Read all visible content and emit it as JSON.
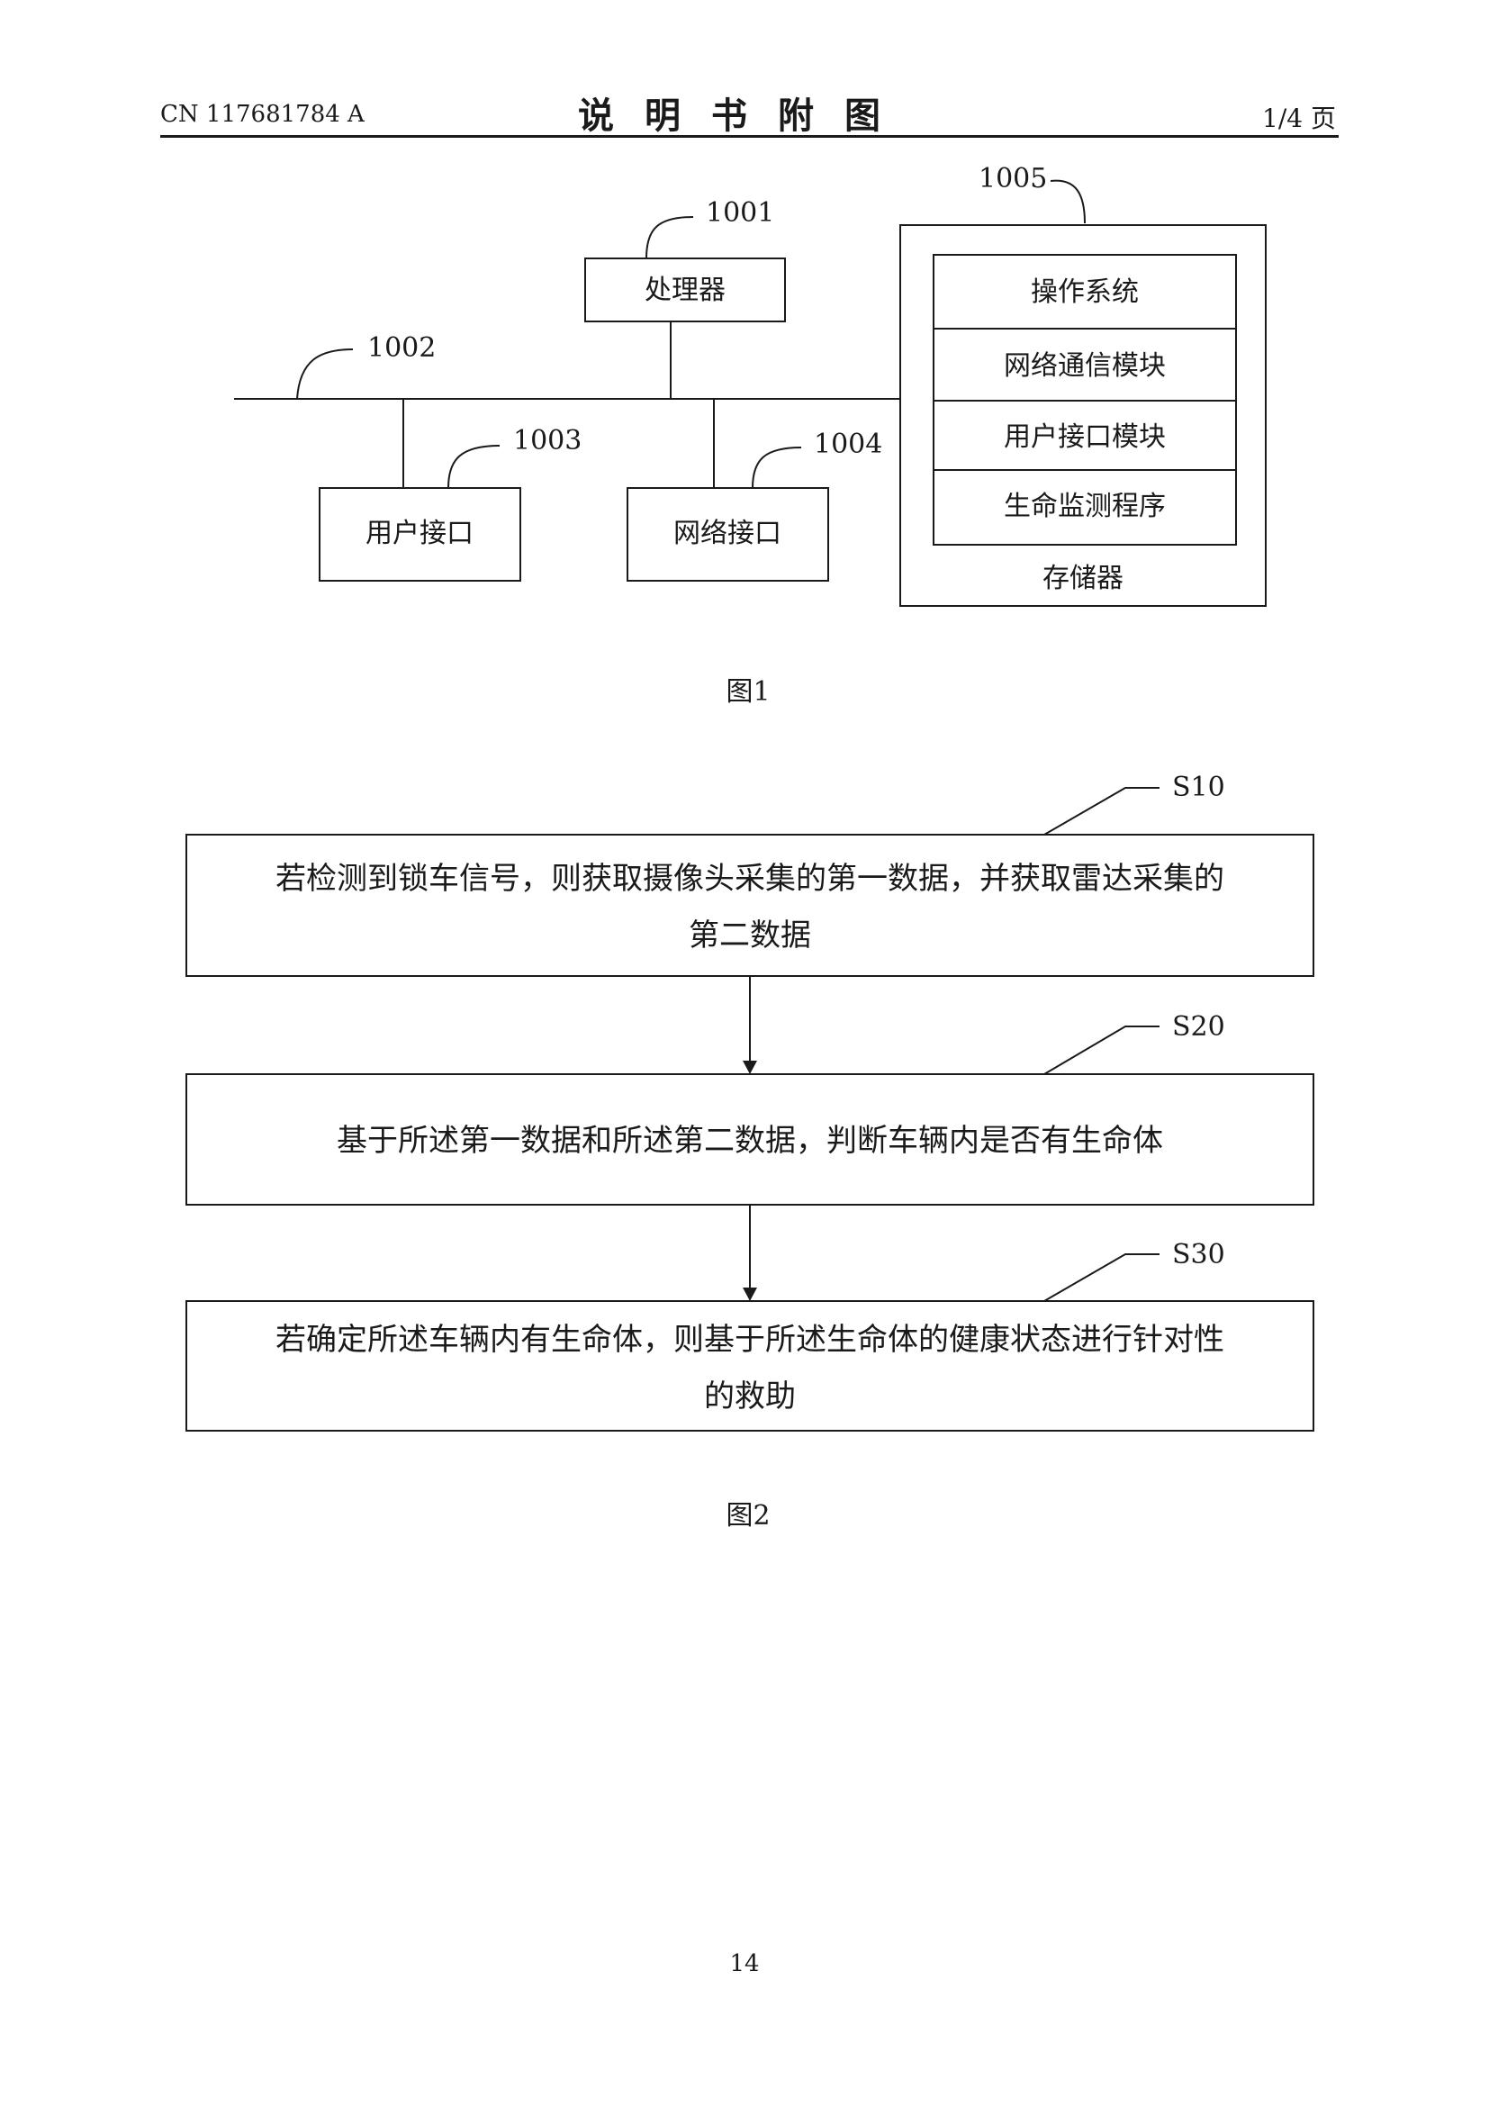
{
  "header": {
    "pub_number": "CN 117681784 A",
    "title": "说明书附图",
    "page_of": "1/4 页"
  },
  "figure1": {
    "caption": "图1",
    "processor": {
      "ref": "1001",
      "label": "处理器"
    },
    "bus": {
      "ref": "1002"
    },
    "user_interface": {
      "ref": "1003",
      "label": "用户接口"
    },
    "network_interface": {
      "ref": "1004",
      "label": "网络接口"
    },
    "memory": {
      "ref": "1005",
      "label": "存储器",
      "modules": [
        "操作系统",
        "网络通信模块",
        "用户接口模块",
        "生命监测程序"
      ]
    }
  },
  "figure2": {
    "caption": "图2",
    "steps": [
      {
        "ref": "S10",
        "lines": [
          "若检测到锁车信号，则获取摄像头采集的第一数据，并获取雷达采集的",
          "第二数据"
        ]
      },
      {
        "ref": "S20",
        "lines": [
          "基于所述第一数据和所述第二数据，判断车辆内是否有生命体"
        ]
      },
      {
        "ref": "S30",
        "lines": [
          "若确定所述车辆内有生命体，则基于所述生命体的健康状态进行针对性",
          "的救助"
        ]
      }
    ]
  },
  "footer": {
    "page_number": "14"
  }
}
